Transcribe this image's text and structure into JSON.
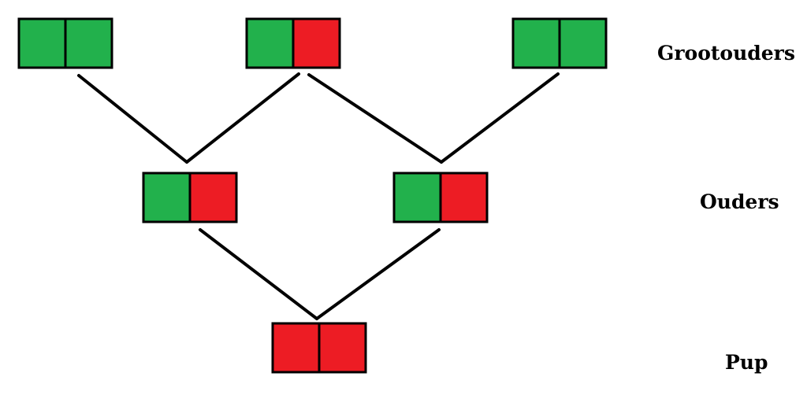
{
  "colors": {
    "dominant": "#22b14c",
    "recessive": "#ed1c24",
    "outline": "#000000"
  },
  "levels": {
    "grandparents": "Grootouders",
    "parents": "Ouders",
    "pup": "Pup"
  },
  "individuals": [
    {
      "id": "grandparent-1",
      "generation": "grandparents",
      "alleles": [
        "dominant",
        "dominant"
      ]
    },
    {
      "id": "grandparent-2",
      "generation": "grandparents",
      "alleles": [
        "dominant",
        "recessive"
      ]
    },
    {
      "id": "grandparent-3",
      "generation": "grandparents",
      "alleles": [
        "dominant",
        "dominant"
      ]
    },
    {
      "id": "parent-1",
      "generation": "parents",
      "alleles": [
        "dominant",
        "recessive"
      ]
    },
    {
      "id": "parent-2",
      "generation": "parents",
      "alleles": [
        "dominant",
        "recessive"
      ]
    },
    {
      "id": "pup",
      "generation": "pup",
      "alleles": [
        "recessive",
        "recessive"
      ]
    }
  ],
  "lineage": [
    {
      "child": "parent-1",
      "parents": [
        "grandparent-1",
        "grandparent-2"
      ]
    },
    {
      "child": "parent-2",
      "parents": [
        "grandparent-2",
        "grandparent-3"
      ]
    },
    {
      "child": "pup",
      "parents": [
        "parent-1",
        "parent-2"
      ]
    }
  ]
}
